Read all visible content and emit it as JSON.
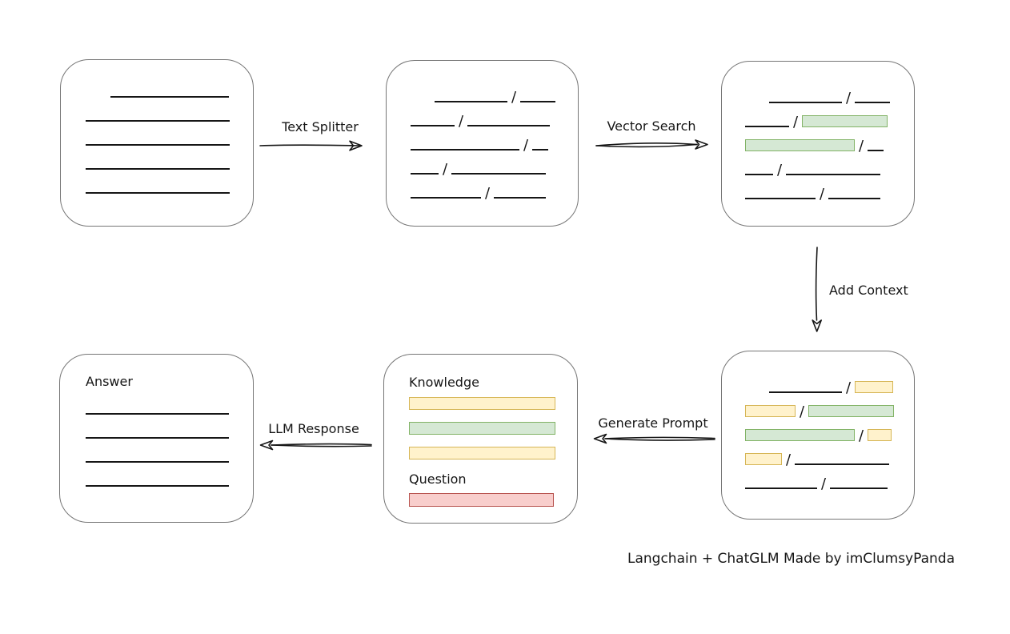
{
  "diagram": {
    "slash": "/",
    "caption": "Langchain + ChatGLM Made by imClumsyPanda"
  },
  "colors": {
    "yellow_fill": "#fff2cc",
    "yellow_border": "#d6b656",
    "green_fill": "#d5e8d4",
    "green_border": "#82b366",
    "red_fill": "#f8cecc",
    "red_border": "#b85450",
    "box_border": "#767676",
    "ink": "#161616"
  },
  "arrows": {
    "text_splitter": {
      "label": "Text Splitter",
      "direction": "right"
    },
    "vector_search": {
      "label": "Vector Search",
      "direction": "right"
    },
    "add_context": {
      "label": "Add Context",
      "direction": "down"
    },
    "generate_prompt": {
      "label": "Generate Prompt",
      "direction": "left"
    },
    "llm_response": {
      "label": "LLM Response",
      "direction": "left"
    }
  },
  "boxes": {
    "source_document": {
      "lines": [
        {
          "indent": 31,
          "w": 148
        },
        {
          "indent": 0,
          "w": 180
        },
        {
          "indent": 0,
          "w": 180
        },
        {
          "indent": 0,
          "w": 180
        },
        {
          "indent": 0,
          "w": 180
        }
      ]
    },
    "split_chunks": {
      "rows": [
        {
          "indent": 30,
          "segments": [
            {
              "t": "line",
              "w": 91
            },
            {
              "t": "line",
              "w": 44
            }
          ]
        },
        {
          "indent": 0,
          "segments": [
            {
              "t": "line",
              "w": 55
            },
            {
              "t": "line",
              "w": 103
            }
          ]
        },
        {
          "indent": 0,
          "segments": [
            {
              "t": "line",
              "w": 136
            },
            {
              "t": "line",
              "w": 20
            }
          ]
        },
        {
          "indent": 0,
          "segments": [
            {
              "t": "line",
              "w": 35
            },
            {
              "t": "line",
              "w": 118
            }
          ]
        },
        {
          "indent": 0,
          "segments": [
            {
              "t": "line",
              "w": 88
            },
            {
              "t": "line",
              "w": 65
            }
          ]
        }
      ]
    },
    "matched_chunks": {
      "rows": [
        {
          "indent": 30,
          "segments": [
            {
              "t": "line",
              "w": 91
            },
            {
              "t": "line",
              "w": 44
            }
          ]
        },
        {
          "indent": 0,
          "segments": [
            {
              "t": "line",
              "w": 55
            },
            {
              "t": "green",
              "w": 105
            }
          ]
        },
        {
          "indent": 0,
          "segments": [
            {
              "t": "green",
              "w": 135
            },
            {
              "t": "line",
              "w": 20
            }
          ]
        },
        {
          "indent": 0,
          "segments": [
            {
              "t": "line",
              "w": 35
            },
            {
              "t": "line",
              "w": 118
            }
          ]
        },
        {
          "indent": 0,
          "segments": [
            {
              "t": "line",
              "w": 88
            },
            {
              "t": "line",
              "w": 65
            }
          ]
        }
      ]
    },
    "context_chunks": {
      "rows": [
        {
          "indent": 30,
          "segments": [
            {
              "t": "line",
              "w": 91
            },
            {
              "t": "yellow",
              "w": 46
            }
          ]
        },
        {
          "indent": 0,
          "segments": [
            {
              "t": "yellow",
              "w": 61
            },
            {
              "t": "green",
              "w": 105
            }
          ]
        },
        {
          "indent": 0,
          "segments": [
            {
              "t": "green",
              "w": 135
            },
            {
              "t": "yellow",
              "w": 28
            }
          ]
        },
        {
          "indent": 0,
          "segments": [
            {
              "t": "yellow",
              "w": 44
            },
            {
              "t": "line",
              "w": 118
            }
          ]
        },
        {
          "indent": 0,
          "segments": [
            {
              "t": "line",
              "w": 90
            },
            {
              "t": "line",
              "w": 72
            }
          ]
        }
      ]
    },
    "prompt": {
      "knowledge_label": "Knowledge",
      "question_label": "Question",
      "knowledge_chips": [
        {
          "t": "yellow",
          "w": 181
        },
        {
          "t": "green",
          "w": 181
        },
        {
          "t": "yellow",
          "w": 181
        }
      ],
      "question_chips": [
        {
          "t": "red",
          "w": 179
        }
      ]
    },
    "answer": {
      "label": "Answer",
      "lines": [
        {
          "indent": 0,
          "w": 179
        },
        {
          "indent": 0,
          "w": 179
        },
        {
          "indent": 0,
          "w": 179
        },
        {
          "indent": 0,
          "w": 179
        }
      ]
    }
  }
}
